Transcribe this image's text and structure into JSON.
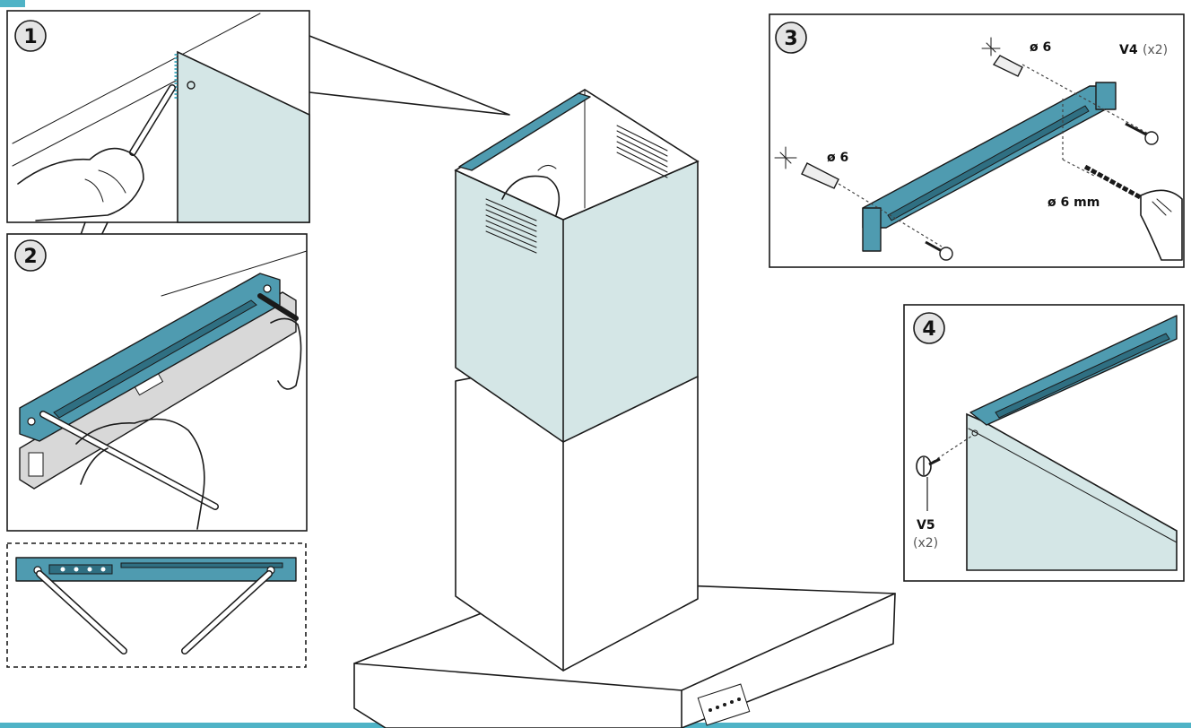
{
  "steps": [
    {
      "number": "1"
    },
    {
      "number": "2"
    },
    {
      "number": "3"
    },
    {
      "number": "4"
    }
  ],
  "step3": {
    "plug_label_top": "ø 6",
    "plug_label_left": "ø 6",
    "screw_label": "V4",
    "screw_qty": "(x2)",
    "drill_label": "ø 6 mm"
  },
  "step4": {
    "screw_label": "V5",
    "screw_qty": "(x2)"
  },
  "colors": {
    "panel": "#d4e6e6",
    "rail": "#4f9bb0",
    "accent_bar": "#4fb3c6"
  }
}
